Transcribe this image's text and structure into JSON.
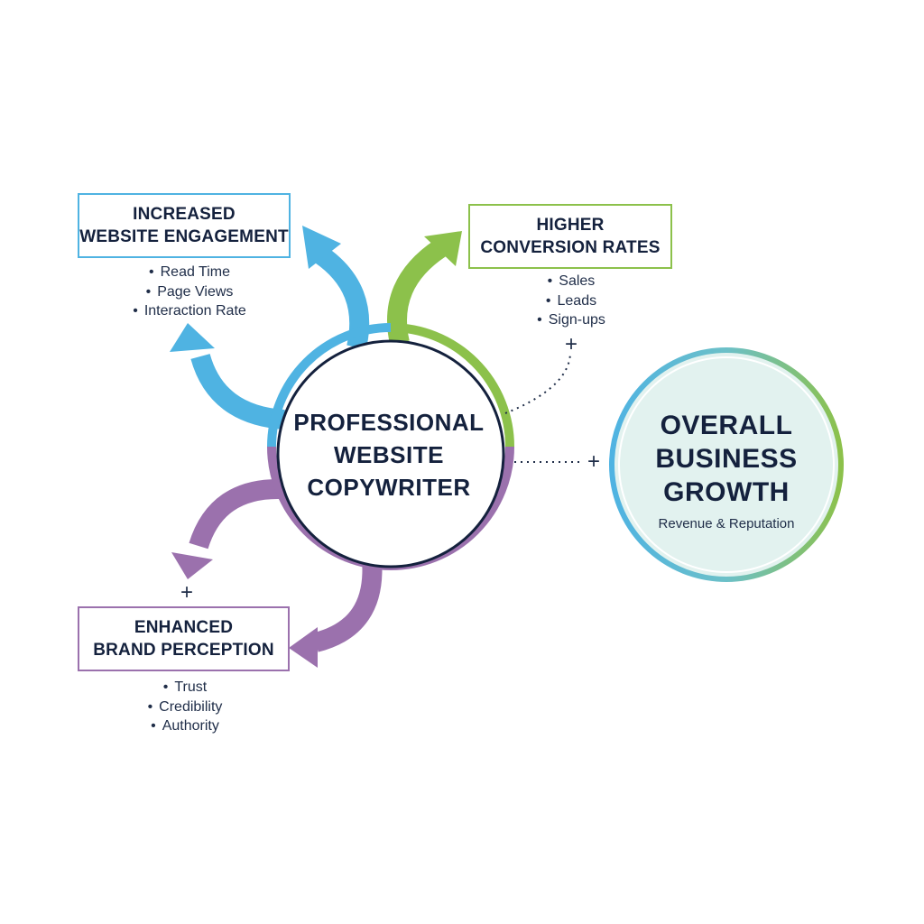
{
  "colors": {
    "blue": "#4fb3e2",
    "green": "#8cc14b",
    "purple": "#9b71ad",
    "navy": "#14213d",
    "growth_fill": "#e2f2ef"
  },
  "center": {
    "lines": [
      "PROFESSIONAL",
      "WEBSITE",
      "COPYWRITER"
    ]
  },
  "engagement": {
    "title_lines": [
      "INCREASED",
      "WEBSITE ENGAGEMENT"
    ],
    "bullets": [
      "Read Time",
      "Page Views",
      "Interaction Rate"
    ]
  },
  "conversion": {
    "title_lines": [
      "HIGHER",
      "CONVERSION RATES"
    ],
    "bullets": [
      "Sales",
      "Leads",
      "Sign-ups"
    ]
  },
  "brand": {
    "title_lines": [
      "ENHANCED",
      "BRAND PERCEPTION"
    ],
    "bullets": [
      "Trust",
      "Credibility",
      "Authority"
    ]
  },
  "growth": {
    "title_lines": [
      "OVERALL",
      "BUSINESS",
      "GROWTH"
    ],
    "subtitle": "Revenue & Reputation"
  },
  "connectors": {
    "plus_symbol": "+"
  }
}
